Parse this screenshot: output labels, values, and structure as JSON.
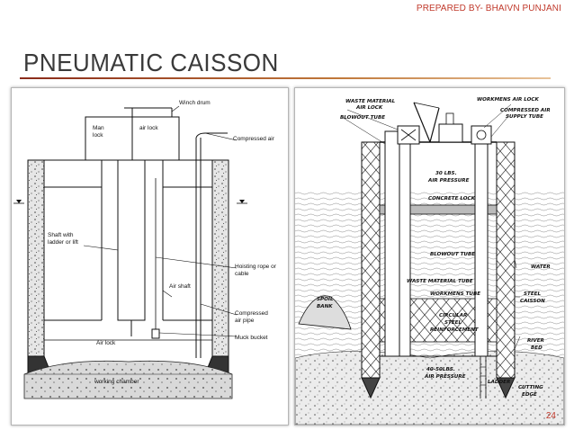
{
  "header": {
    "credit": "PREPARED BY- BHAIVN PUNJANI",
    "title": "PNEUMATIC CAISSON"
  },
  "left_diagram": {
    "labels": {
      "winch_drum": "Winch drum",
      "man_lock_1": "Man",
      "man_lock_2": "lock",
      "air_lock_top": "air lock",
      "compressed_air": "Compressed air",
      "shaft_1": "Shaft with",
      "shaft_2": "ladder or lift",
      "hoisting_1": "Hoisting rope or",
      "hoisting_2": "cable",
      "air_shaft": "Air shaft",
      "compressed_pipe_1": "Compressed",
      "compressed_pipe_2": "air pipe",
      "air_lock_bottom": "Air lock",
      "muck_bucket": "Muck bucket",
      "working_chamber": "working chamber"
    }
  },
  "right_diagram": {
    "labels": {
      "waste_lock_1": "WASTE MATERIAL",
      "waste_lock_2": "AIR LOCK",
      "blowout_top": "BLOWOUT TUBE",
      "workmens_lock": "WORKMENS AIR LOCK",
      "compressed_supply_1": "COMPRESSED AIR",
      "compressed_supply_2": "SUPPLY TUBE",
      "pressure_top_1": "30 LBS.",
      "pressure_top_2": "AIR PRESSURE",
      "concrete_lock": "CONCRETE LOCK",
      "blowout_mid": "BLOWOUT TUBE",
      "water": "WATER",
      "waste_tube": "WASTE MATERIAL TUBE",
      "workmens_tube": "WORKMENS TUBE",
      "steel_caisson_1": "STEEL",
      "steel_caisson_2": "CAISSON",
      "spoil_bank_1": "SPOIL",
      "spoil_bank_2": "BANK",
      "circular_1": "CIRCULAR",
      "circular_2": "STEEL",
      "circular_3": "REINFORCEMENT",
      "river_bed_1": "RIVER",
      "river_bed_2": "BED",
      "pressure_bottom_1": "40-50LBS.",
      "pressure_bottom_2": "AIR PRESSURE",
      "ladder": "LADDER",
      "cutting_edge_1": "CUTTING",
      "cutting_edge_2": "EDGE"
    }
  },
  "footer": {
    "page_number": "24"
  },
  "colors": {
    "accent": "#c0392b",
    "title": "#3a3a3a"
  }
}
